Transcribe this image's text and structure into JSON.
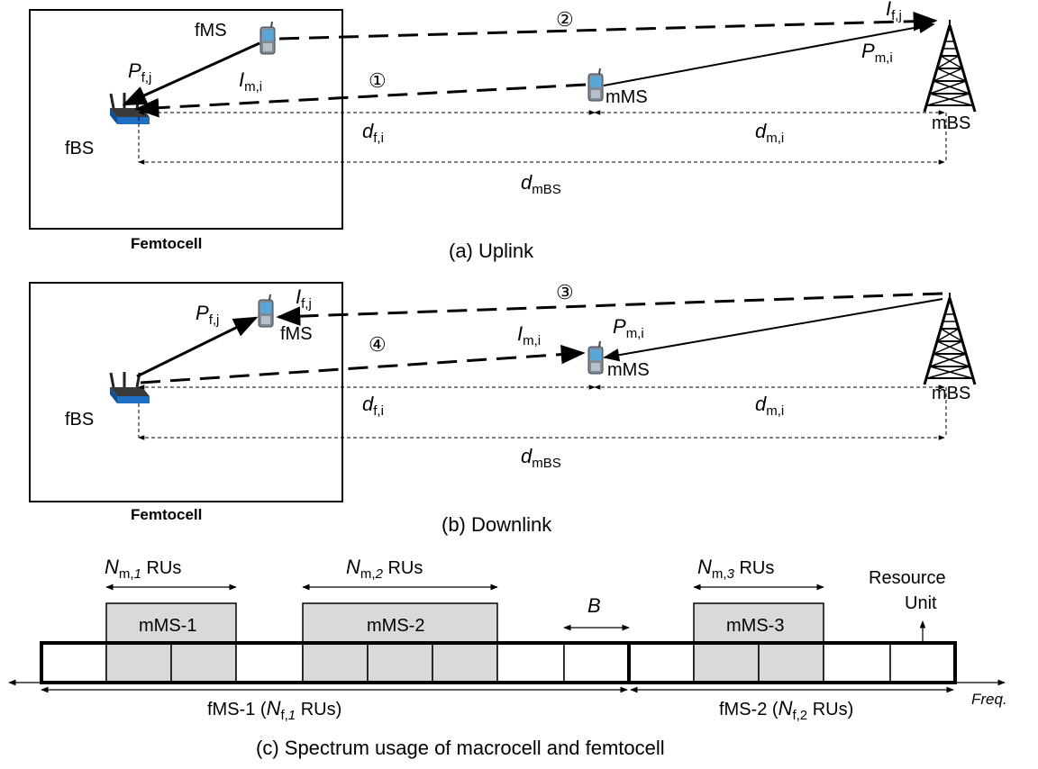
{
  "uplink": {
    "fms": "fMS",
    "fbs": "fBS",
    "mms": "mMS",
    "mbs": "mBS",
    "femtocell": "Femtocell",
    "caption": "(a) Uplink",
    "marker_1": "①",
    "marker_2": "②",
    "p_f_var": "P",
    "p_f_sub": "f,j",
    "i_m_var": "I",
    "i_m_sub": "m,i",
    "i_f_var": "I",
    "i_f_sub": "f,j",
    "p_m_var": "P",
    "p_m_sub": "m,i",
    "d_f_var": "d",
    "d_f_sub": "f,i",
    "d_m_var": "d",
    "d_m_sub": "m,i",
    "d_mbs_var": "d",
    "d_mbs_sub": "mBS"
  },
  "downlink": {
    "fms": "fMS",
    "fbs": "fBS",
    "mms": "mMS",
    "mbs": "mBS",
    "femtocell": "Femtocell",
    "caption": "(b) Downlink",
    "marker_3": "③",
    "marker_4": "④",
    "p_f_var": "P",
    "p_f_sub": "f,j",
    "i_f_var": "I",
    "i_f_sub": "f,j",
    "i_m_var": "I",
    "i_m_sub": "m,i",
    "p_m_var": "P",
    "p_m_sub": "m,i",
    "d_f_var": "d",
    "d_f_sub": "f,i",
    "d_m_var": "d",
    "d_m_sub": "m,i",
    "d_mbs_var": "d",
    "d_mbs_sub": "mBS"
  },
  "spectrum": {
    "caption": "(c) Spectrum usage of macrocell and femtocell",
    "n_m1_var": "N",
    "n_m1_sub_a": "m,",
    "n_m1_sub_b": "1",
    "n_m1_suffix": " RUs",
    "n_m2_var": "N",
    "n_m2_sub_a": "m,",
    "n_m2_sub_b": "2",
    "n_m2_suffix": " RUs",
    "n_m3_var": "N",
    "n_m3_sub_a": "m,",
    "n_m3_sub_b": "3",
    "n_m3_suffix": " RUs",
    "mms1": "mMS-1",
    "mms2": "mMS-2",
    "mms3": "mMS-3",
    "b_var": "B",
    "resource_unit_line1": "Resource",
    "resource_unit_line2": "Unit",
    "fms1_prefix": "fMS-1 (",
    "fms1_var": "N",
    "fms1_sub_a": "f,",
    "fms1_sub_b": "1",
    "fms1_suffix": " RUs)",
    "fms2_prefix": "fMS-2 (",
    "fms2_var": "N",
    "fms2_sub_a": "f,",
    "fms2_sub_b": "2",
    "fms2_suffix": " RUs)",
    "freq": "Freq.",
    "shaded_color": "#d9d9d9"
  },
  "icons": [
    "phone-icon",
    "router-icon",
    "tower-icon"
  ]
}
